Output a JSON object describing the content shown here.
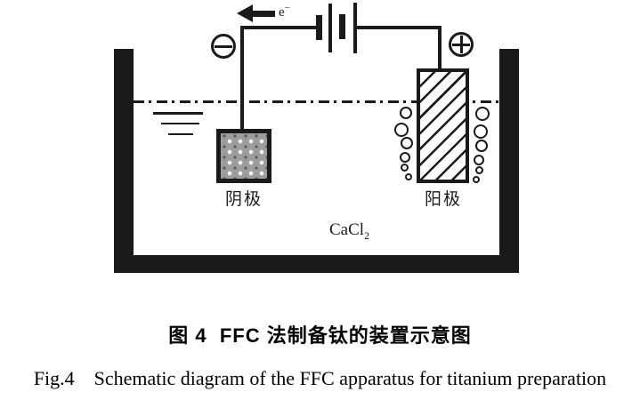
{
  "figure": {
    "electron_label": {
      "base": "e",
      "sup": "−"
    },
    "cathode_label": "阴极",
    "anode_label": "阳极",
    "electrolyte_label": {
      "base": "CaCl",
      "sub": "2"
    }
  },
  "captions": {
    "zh": "图 4  FFC 法制备钛的装置示意图",
    "en": "Fig.4    Schematic diagram of the FFC apparatus for titanium preparation"
  },
  "colors": {
    "line": "#1a1a1a",
    "cathode_fill": "#9c9c9c",
    "cathode_dots": "#f2f2f2",
    "background": "#ffffff"
  }
}
